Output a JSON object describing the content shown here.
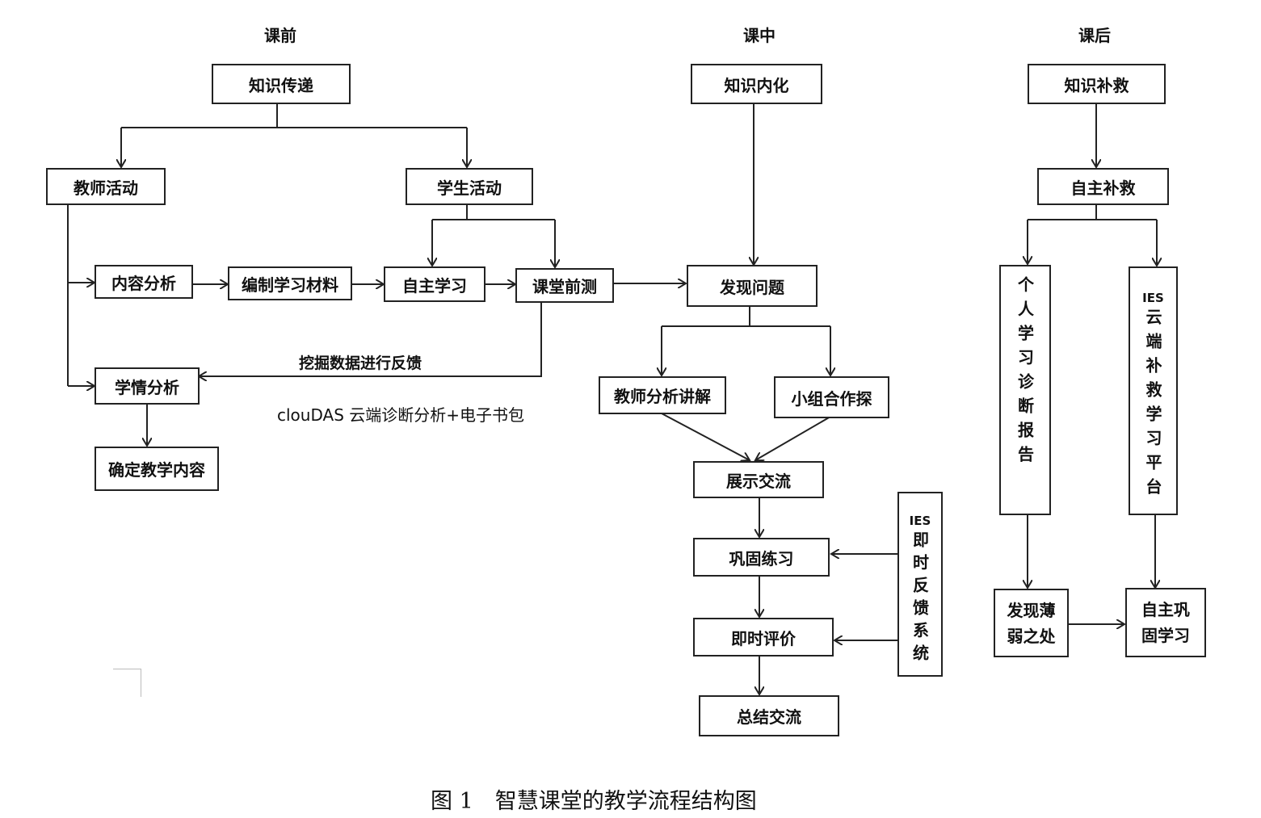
{
  "phases": {
    "before": "课前",
    "during": "课中",
    "after": "课后"
  },
  "before": {
    "knowledge_transfer": "知识传递",
    "teacher_activity": "教师活动",
    "student_activity": "学生活动",
    "content_analysis": "内容分析",
    "compile_materials": "编制学习材料",
    "self_study": "自主学习",
    "pre_test": "课堂前测",
    "learning_analysis": "学情分析",
    "determine_content": "确定教学内容",
    "feedback_label": "挖掘数据进行反馈",
    "tool_label": "clouDAS 云端诊断分析+电子书包"
  },
  "during": {
    "internalization": "知识内化",
    "find_problems": "发现问题",
    "teacher_explain": "教师分析讲解",
    "group_inquiry": "小组合作探",
    "present_exchange": "展示交流",
    "consolidate": "巩固练习",
    "instant_eval": "即时评价",
    "summary": "总结交流",
    "ies_prefix": "IES",
    "ies_system": "即时反馈系统"
  },
  "after": {
    "remediation": "知识补救",
    "self_remediation": "自主补救",
    "personal_report": "个人学习诊断报告",
    "ies_prefix": "IES",
    "cloud_platform": "云端补救学习平台",
    "find_weakness": "发现薄弱之处",
    "self_consolidate": "自主巩固学习"
  },
  "caption": "图 1　智慧课堂的教学流程结构图"
}
